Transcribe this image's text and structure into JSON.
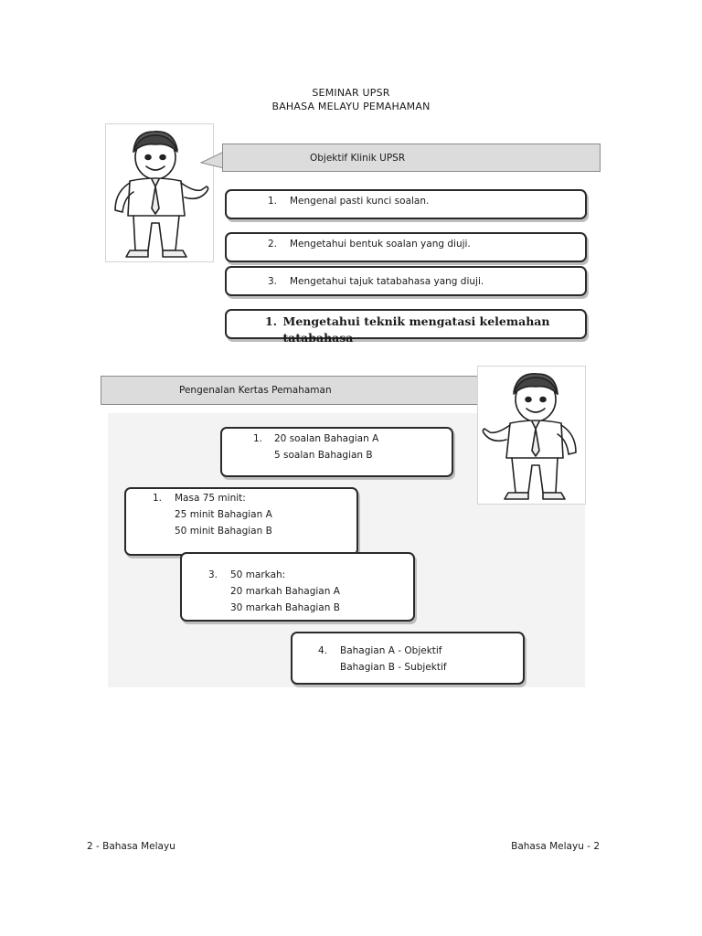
{
  "header": {
    "line1": "SEMINAR UPSR",
    "line2": "BAHASA MELAYU PEMAHAMAN"
  },
  "section1": {
    "banner": "Objektif Klinik UPSR",
    "items": [
      {
        "num": "1.",
        "text": "Mengenal pasti kunci soalan."
      },
      {
        "num": "2.",
        "text": "Mengetahui bentuk soalan yang diuji."
      },
      {
        "num": "3.",
        "text": "Mengetahui tajuk tatabahasa yang diuji."
      }
    ],
    "highlight": {
      "num": "1.",
      "text": "Mengetahui teknik mengatasi kelemahan tatabahasa"
    }
  },
  "section2": {
    "banner": "Pengenalan Kertas Pemahaman",
    "boxes": [
      {
        "num": "1.",
        "lines": [
          "20 soalan Bahagian A",
          "5 soalan Bahagian B"
        ]
      },
      {
        "num": "1.",
        "lines": [
          "Masa 75 minit:",
          "25 minit Bahagian A",
          "50 minit Bahagian B"
        ]
      },
      {
        "num": "3.",
        "lines": [
          "50 markah:",
          "20 markah Bahagian A",
          "30 markah Bahagian B"
        ]
      },
      {
        "num": "4.",
        "lines": [
          "Bahagian A - Objektif",
          "Bahagian B - Subjektif"
        ]
      }
    ]
  },
  "footer": {
    "left": "2 - Bahasa Melayu",
    "right": "Bahasa Melayu - 2"
  }
}
